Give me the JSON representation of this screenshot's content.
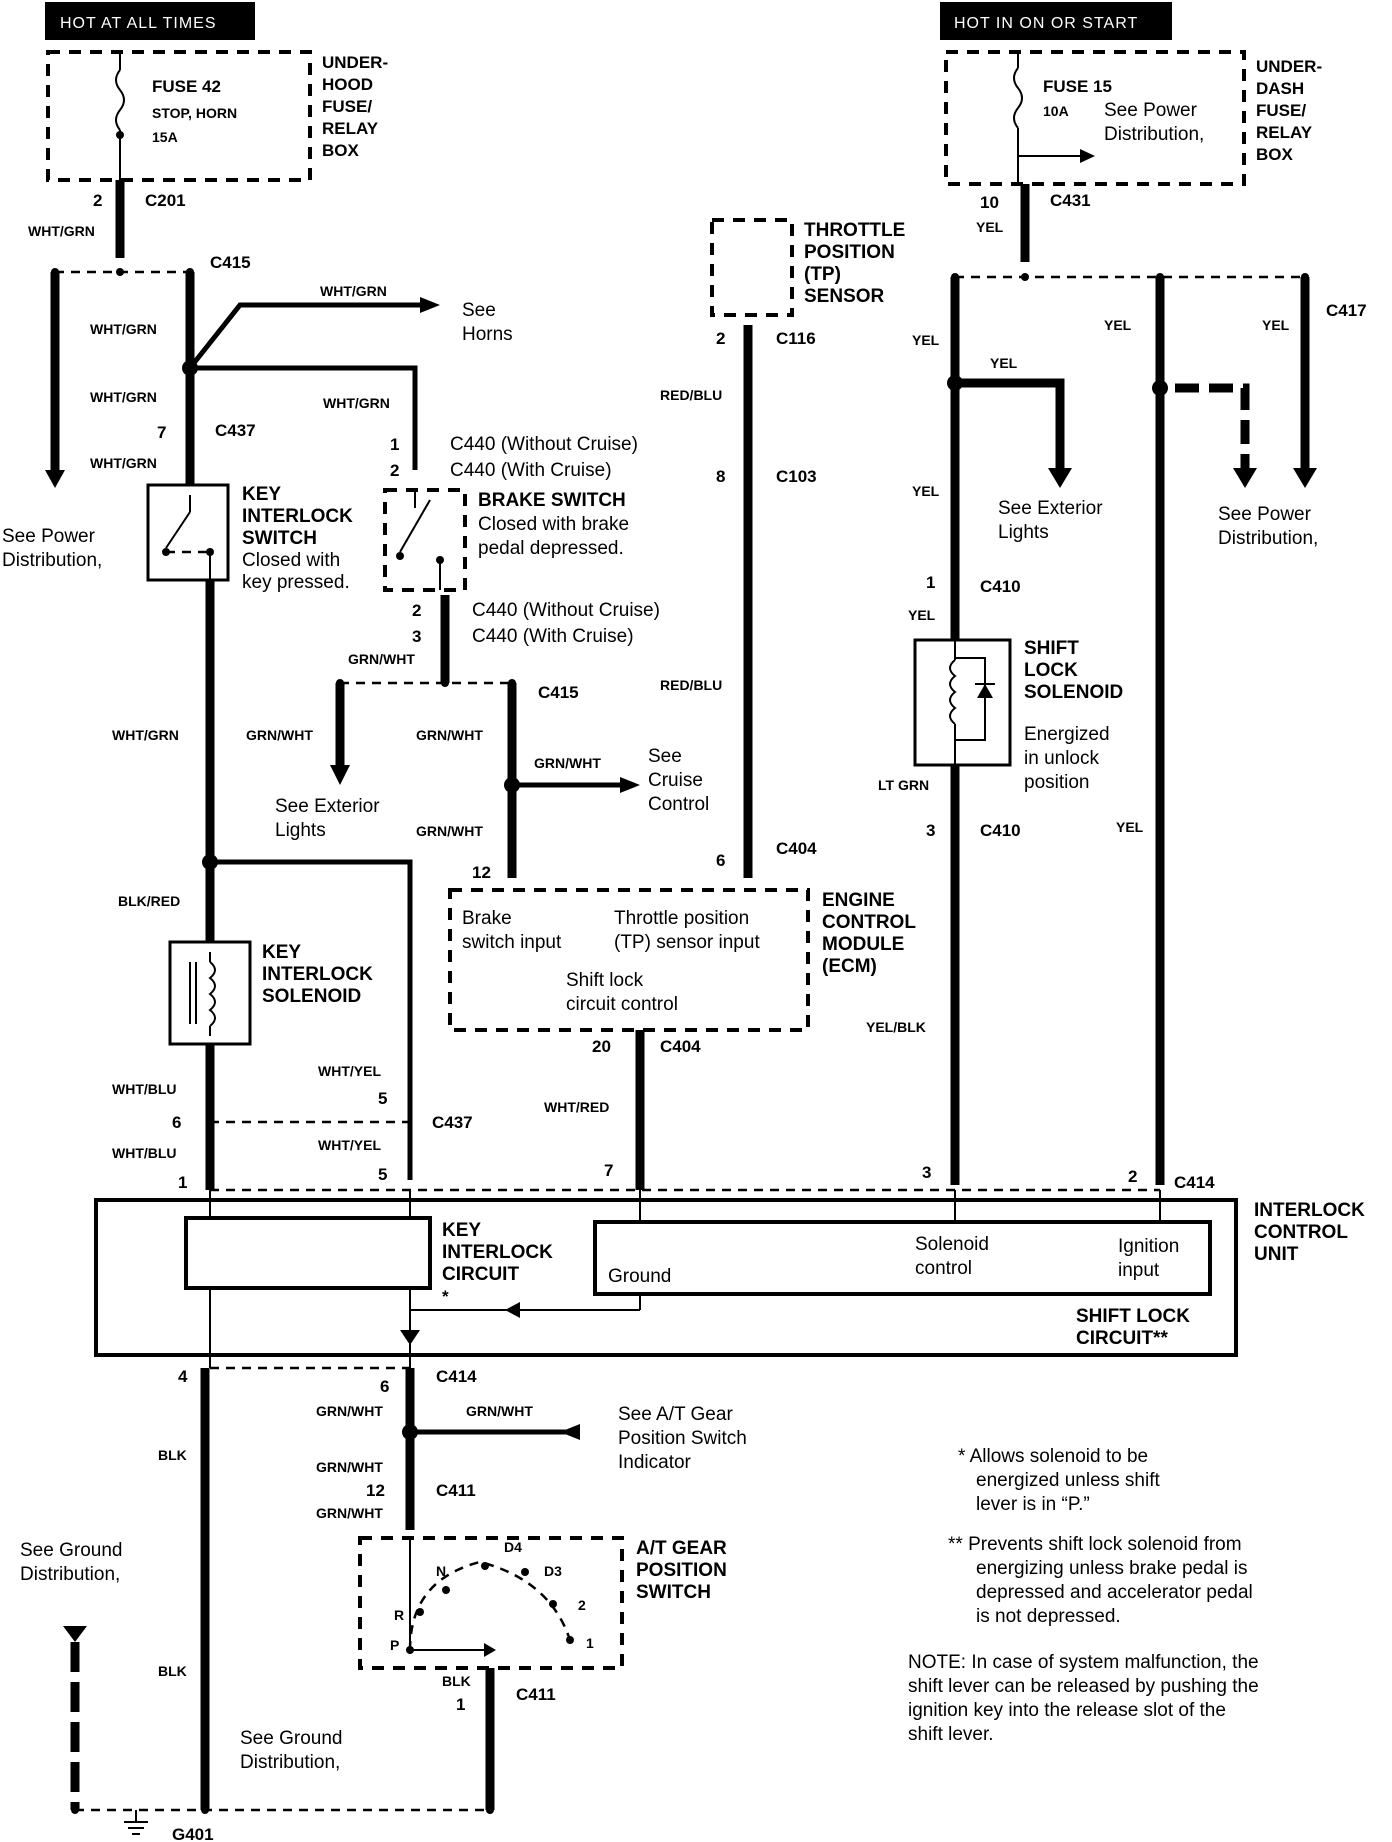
{
  "headers": {
    "left": "HOT AT ALL TIMES",
    "right": "HOT IN ON OR START"
  },
  "fuse_left": {
    "fuse": "FUSE 42",
    "circuit": "STOP, HORN",
    "rating": "15A",
    "box_l1": "UNDER-",
    "box_l2": "HOOD",
    "box_l3": "FUSE/",
    "box_l4": "RELAY",
    "box_l5": "BOX"
  },
  "fuse_right": {
    "fuse": "FUSE 15",
    "rating": "10A",
    "see_l1": "See Power",
    "see_l2": "Distribution,",
    "box_l1": "UNDER-",
    "box_l2": "DASH",
    "box_l3": "FUSE/",
    "box_l4": "RELAY",
    "box_l5": "BOX"
  },
  "connectors": {
    "c201": "C201",
    "c415a": "C415",
    "c437a": "C437",
    "c440_wo": "C440 (Without Cruise)",
    "c440_w": "C440 (With Cruise)",
    "c415b": "C415",
    "c116": "C116",
    "c103": "C103",
    "c404a": "C404",
    "c404b": "C404",
    "c431": "C431",
    "c417": "C417",
    "c410a": "C410",
    "c410b": "C410",
    "c437b": "C437",
    "c414a": "C414",
    "c414b": "C414",
    "c411a": "C411",
    "c411b": "C411",
    "g401": "G401"
  },
  "pins": {
    "p2_c201": "2",
    "p7": "7",
    "p1_c440": "1",
    "p2_c440": "2",
    "p2b_c440": "2",
    "p3_c440": "3",
    "p2_c116": "2",
    "p8_c103": "8",
    "p12_ecm": "12",
    "p6_ecm": "6",
    "p20_ecm": "20",
    "p10_c431": "10",
    "p1_c410": "1",
    "p3_c410": "3",
    "p6_c437": "6",
    "p5_c437": "5",
    "p1_c414": "1",
    "p5_c414": "5",
    "p7_c414": "7",
    "p3_c414": "3",
    "p2_c414": "2",
    "p4_c414": "4",
    "p6_c414": "6",
    "p12_c411": "12",
    "p1_c411": "1"
  },
  "wires": {
    "wht_grn_1": "WHT/GRN",
    "wht_grn_2": "WHT/GRN",
    "wht_grn_3": "WHT/GRN",
    "wht_grn_4": "WHT/GRN",
    "wht_grn_5": "WHT/GRN",
    "wht_grn_6": "WHT/GRN",
    "wht_grn_7": "WHT/GRN",
    "grn_wht_1": "GRN/WHT",
    "grn_wht_2": "GRN/WHT",
    "grn_wht_3": "GRN/WHT",
    "grn_wht_4": "GRN/WHT",
    "grn_wht_5": "GRN/WHT",
    "red_blu_1": "RED/BLU",
    "red_blu_2": "RED/BLU",
    "blk_red": "BLK/RED",
    "wht_blu_1": "WHT/BLU",
    "wht_blu_2": "WHT/BLU",
    "wht_yel_1": "WHT/YEL",
    "wht_yel_2": "WHT/YEL",
    "wht_red": "WHT/RED",
    "yel_1": "YEL",
    "yel_2": "YEL",
    "yel_3": "YEL",
    "yel_4": "YEL",
    "yel_5": "YEL",
    "yel_6": "YEL",
    "yel_7": "YEL",
    "yel_8": "YEL",
    "lt_grn": "LT GRN",
    "yel_blk": "YEL/BLK",
    "blk_1": "BLK",
    "blk_2": "BLK",
    "blk_3": "BLK",
    "grn_wht_6": "GRN/WHT",
    "grn_wht_7": "GRN/WHT",
    "grn_wht_8": "GRN/WHT",
    "grn_wht_9": "GRN/WHT"
  },
  "components": {
    "key_switch_l1": "KEY",
    "key_switch_l2": "INTERLOCK",
    "key_switch_l3": "SWITCH",
    "key_switch_d1": "Closed with",
    "key_switch_d2": "key pressed.",
    "brake_l1": "BRAKE SWITCH",
    "brake_d1": "Closed with brake",
    "brake_d2": "pedal depressed.",
    "tp_l1": "THROTTLE",
    "tp_l2": "POSITION",
    "tp_l3": "(TP)",
    "tp_l4": "SENSOR",
    "ecm_l1": "ENGINE",
    "ecm_l2": "CONTROL",
    "ecm_l3": "MODULE",
    "ecm_l4": "(ECM)",
    "ecm_in1_l1": "Brake",
    "ecm_in1_l2": "switch input",
    "ecm_in2_l1": "Throttle position",
    "ecm_in2_l2": "(TP) sensor input",
    "ecm_in3_l1": "Shift lock",
    "ecm_in3_l2": "circuit control",
    "sol_l1": "KEY",
    "sol_l2": "INTERLOCK",
    "sol_l3": "SOLENOID",
    "shift_l1": "SHIFT",
    "shift_l2": "LOCK",
    "shift_l3": "SOLENOID",
    "shift_d1": "Energized",
    "shift_d2": "in unlock",
    "shift_d3": "position",
    "icu_l1": "INTERLOCK",
    "icu_l2": "CONTROL",
    "icu_l3": "UNIT",
    "kic_l1": "KEY",
    "kic_l2": "INTERLOCK",
    "kic_l3": "CIRCUIT",
    "kic_star": "*",
    "ground": "Ground",
    "sol_ctrl_l1": "Solenoid",
    "sol_ctrl_l2": "control",
    "ign_l1": "Ignition",
    "ign_l2": "input",
    "slc_l1": "SHIFT LOCK",
    "slc_l2": "CIRCUIT**",
    "at_l1": "A/T GEAR",
    "at_l2": "POSITION",
    "at_l3": "SWITCH",
    "pos_n": "N",
    "pos_d4": "D4",
    "pos_d3": "D3",
    "pos_r": "R",
    "pos_2": "2",
    "pos_p": "P",
    "pos_1": "1"
  },
  "references": {
    "horns_l1": "See",
    "horns_l2": "Horns",
    "pwr_left_l1": "See Power",
    "pwr_left_l2": "Distribution,",
    "ext_left_l1": "See Exterior",
    "ext_left_l2": "Lights",
    "cruise_l1": "See",
    "cruise_l2": "Cruise",
    "cruise_l3": "Control",
    "ext_right_l1": "See Exterior",
    "ext_right_l2": "Lights",
    "pwr_right_l1": "See Power",
    "pwr_right_l2": "Distribution,",
    "atgear_l1": "See A/T Gear",
    "atgear_l2": "Position Switch",
    "atgear_l3": "Indicator",
    "gnd1_l1": "See Ground",
    "gnd1_l2": "Distribution,",
    "gnd2_l1": "See Ground",
    "gnd2_l2": "Distribution,"
  },
  "notes": {
    "n1_l1": "* Allows solenoid to be",
    "n1_l2": "energized unless shift",
    "n1_l3": "lever is in “P.”",
    "n2_l1": "** Prevents shift lock solenoid from",
    "n2_l2": "energizing unless brake pedal is",
    "n2_l3": "depressed and accelerator pedal",
    "n2_l4": "is not depressed.",
    "n3_l1": "NOTE: In case of system malfunction, the",
    "n3_l2": "shift lever can be released by pushing the",
    "n3_l3": "ignition key into the release slot of the",
    "n3_l4": "shift lever."
  }
}
